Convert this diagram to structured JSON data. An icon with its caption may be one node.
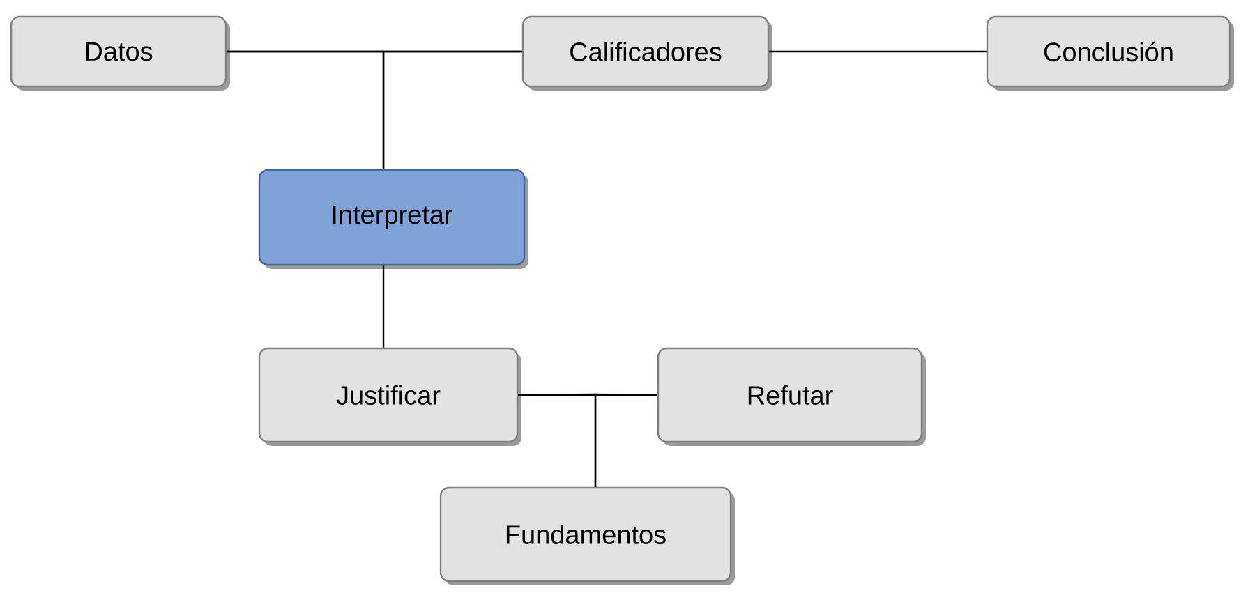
{
  "diagram": {
    "nodes": [
      {
        "text": [
          "Datos"
        ]
      },
      {
        "text": [
          "Calificadores"
        ]
      },
      {
        "text": [
          "Conclusión"
        ]
      },
      {
        "text": [
          "Interpretar"
        ]
      },
      {
        "text": [
          "Justificar"
        ]
      },
      {
        "text": [
          "Refutar"
        ]
      },
      {
        "text": [
          "Fundamentos"
        ]
      }
    ],
    "edges": [
      {
        "from": 0,
        "to": 1,
        "arrow": "none"
      },
      {
        "from": 1,
        "to": 2,
        "arrow": "none"
      },
      {
        "from": 0,
        "to": 3,
        "arrow": "none"
      },
      {
        "from": 1,
        "to": 3,
        "arrow": "none"
      },
      {
        "from": 3,
        "to": 4,
        "arrow": "none"
      },
      {
        "from": 4,
        "to": 5,
        "arrow": "none"
      },
      {
        "from": 4,
        "to": 6,
        "arrow": "none"
      },
      {
        "from": 5,
        "to": 6,
        "arrow": "none"
      }
    ]
  }
}
